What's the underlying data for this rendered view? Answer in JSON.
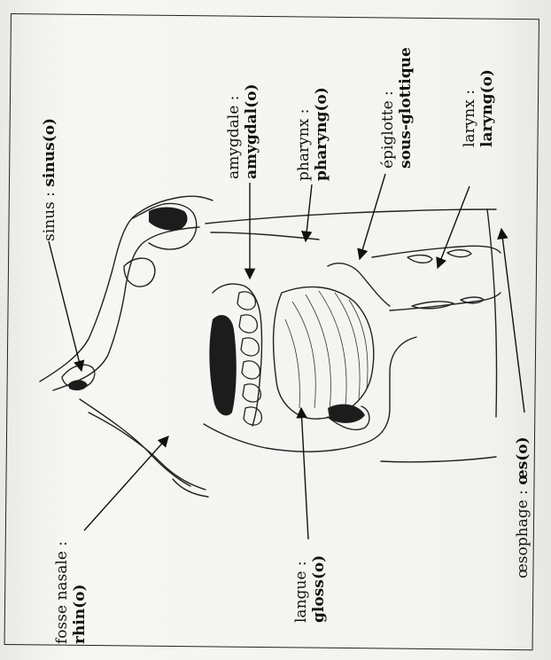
{
  "labels": {
    "sinus": {
      "name": "sinus : ",
      "root": "sinus(o)"
    },
    "fosse_nasale": {
      "name": "fosse nasale :",
      "root": "rhin(o)"
    },
    "amygdale": {
      "name": "amygdale :",
      "root": "amygdal(o)"
    },
    "pharynx": {
      "name": "pharynx :",
      "root": "pharyng(o)"
    },
    "epiglotte": {
      "name": "épiglotte :",
      "root": "sous-glottique"
    },
    "larynx": {
      "name": "larynx :",
      "root": "laryng(o)"
    },
    "langue": {
      "name": "langue :",
      "root": "gloss(o)"
    },
    "oesophage": {
      "name": "œsophage : ",
      "root": "œs(o)"
    }
  }
}
